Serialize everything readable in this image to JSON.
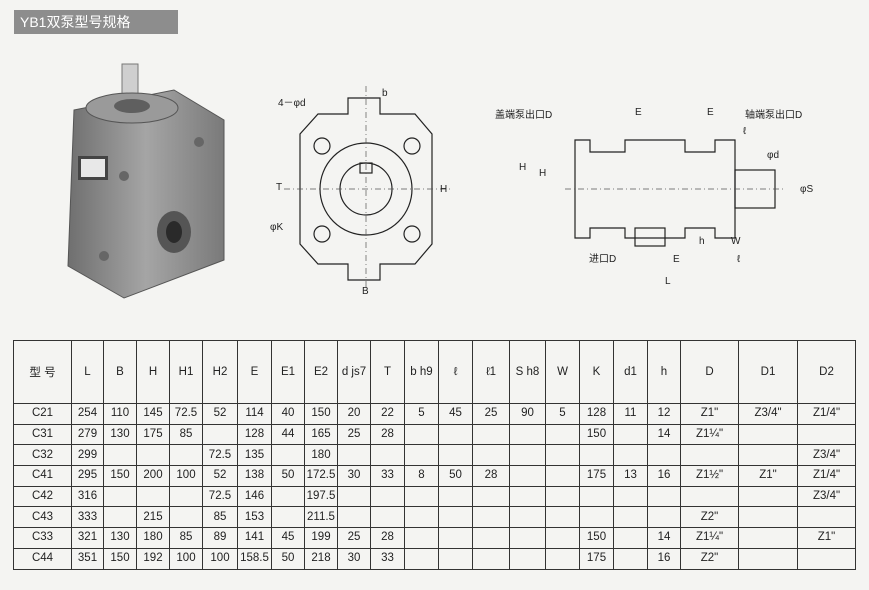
{
  "title": "YB1双泵型号规格",
  "drawing_labels": {
    "front": {
      "bolt": "4－φd",
      "b": "b",
      "t": "T",
      "h": "H",
      "k": "φK",
      "base": "B"
    },
    "side": {
      "outlet_cover": "盖端泵出口D",
      "outlet_shaft": "轴端泵出口D",
      "inlet": "进口D",
      "e2": "E",
      "e1": "E",
      "l1": "ℓ",
      "d": "φd",
      "s": "φS",
      "h1": "H",
      "h2": "H",
      "h": "h",
      "w": "W",
      "e": "E",
      "l_small": "ℓ",
      "l": "L"
    }
  },
  "table": {
    "headers": [
      "型 号",
      "L",
      "B",
      "H",
      "H1",
      "H2",
      "E",
      "E1",
      "E2",
      "d js7",
      "T",
      "b h9",
      "ℓ",
      "ℓ1",
      "S h8",
      "W",
      "K",
      "d1",
      "h",
      "D",
      "D1",
      "D2"
    ],
    "rows": [
      [
        "C21",
        "254",
        "110",
        "145",
        "72.5",
        "52",
        "114",
        "40",
        "150",
        "20",
        "22",
        "5",
        "45",
        "25",
        "90",
        "5",
        "128",
        "11",
        "12",
        "Z1\"",
        "Z3/4\"",
        "Z1/4\""
      ],
      [
        "C31",
        "279",
        "130",
        "175",
        "85",
        "",
        "128",
        "44",
        "165",
        "25",
        "28",
        "",
        "",
        "",
        "",
        "",
        "150",
        "",
        "14",
        "Z1¼\"",
        "",
        ""
      ],
      [
        "C32",
        "299",
        "",
        "",
        "",
        "72.5",
        "135",
        "",
        "180",
        "",
        "",
        "",
        "",
        "",
        "",
        "",
        "",
        "",
        "",
        "",
        "",
        "Z3/4\""
      ],
      [
        "C41",
        "295",
        "150",
        "200",
        "100",
        "52",
        "138",
        "50",
        "172.5",
        "30",
        "33",
        "8",
        "50",
        "28",
        "",
        "",
        "175",
        "13",
        "16",
        "Z1½\"",
        "Z1\"",
        "Z1/4\""
      ],
      [
        "C42",
        "316",
        "",
        "",
        "",
        "72.5",
        "146",
        "",
        "197.5",
        "",
        "",
        "",
        "",
        "",
        "",
        "",
        "",
        "",
        "",
        "",
        "",
        "Z3/4\""
      ],
      [
        "C43",
        "333",
        "",
        "215",
        "",
        "85",
        "153",
        "",
        "211.5",
        "",
        "",
        "",
        "",
        "",
        "",
        "",
        "",
        "",
        "",
        "Z2\"",
        "",
        ""
      ],
      [
        "C33",
        "321",
        "130",
        "180",
        "85",
        "89",
        "141",
        "45",
        "199",
        "25",
        "28",
        "",
        "",
        "",
        "",
        "",
        "150",
        "",
        "14",
        "Z1¼\"",
        "",
        "Z1\""
      ],
      [
        "C44",
        "351",
        "150",
        "192",
        "100",
        "100",
        "158.5",
        "50",
        "218",
        "30",
        "33",
        "",
        "",
        "",
        "",
        "",
        "175",
        "",
        "16",
        "Z2\"",
        "",
        ""
      ]
    ]
  }
}
